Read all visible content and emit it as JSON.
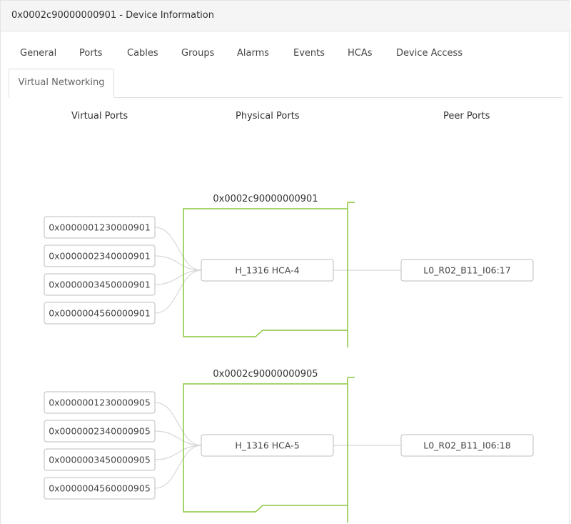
{
  "header": {
    "title": "0x0002c90000000901 - Device Information"
  },
  "tabs": [
    {
      "label": "General"
    },
    {
      "label": "Ports"
    },
    {
      "label": "Cables"
    },
    {
      "label": "Groups"
    },
    {
      "label": "Alarms"
    },
    {
      "label": "Events"
    },
    {
      "label": "HCAs"
    },
    {
      "label": "Device Access"
    },
    {
      "label": "Virtual Networking",
      "active": true
    }
  ],
  "columns": {
    "virtual": "Virtual Ports",
    "physical": "Physical Ports",
    "peer": "Peer Ports"
  },
  "colors": {
    "group_border": "#8cc63f",
    "node_border": "#bdbdbd",
    "link": "#d8d8d8"
  },
  "groups": [
    {
      "guid": "0x0002c90000000901",
      "virtual_ports": [
        "0x0000001230000901",
        "0x0000002340000901",
        "0x0000003450000901",
        "0x0000004560000901"
      ],
      "physical_port": "H_1316 HCA-4",
      "peer_port": "L0_R02_B11_I06:17"
    },
    {
      "guid": "0x0002c90000000905",
      "virtual_ports": [
        "0x0000001230000905",
        "0x0000002340000905",
        "0x0000003450000905",
        "0x0000004560000905"
      ],
      "physical_port": "H_1316 HCA-5",
      "peer_port": "L0_R02_B11_I06:18"
    }
  ]
}
